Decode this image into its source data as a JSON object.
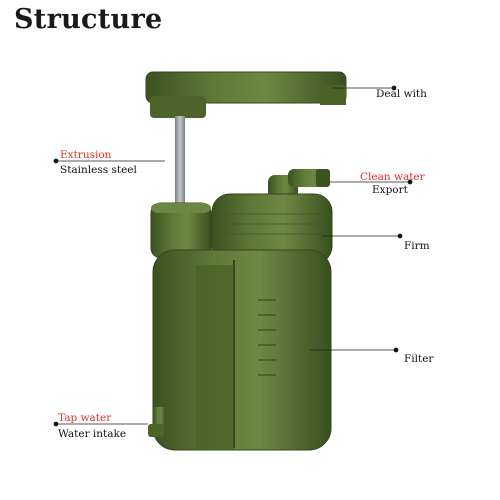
{
  "title": "Structure",
  "labels": {
    "handle": "Deal with",
    "extrusion_red": "Extrusion",
    "extrusion": "Stainless steel",
    "clean_red": "Clean water",
    "clean": "Export",
    "firm": "Firm",
    "filter": "Filter",
    "tap_red": "Tap water",
    "tap": "Water intake"
  },
  "colors": {
    "body": "#4f6630",
    "body_light": "#6f8a49",
    "body_dark": "#34461d",
    "steel": "#9a9ea2",
    "accent_text": "#e0302a",
    "line": "#222222"
  }
}
